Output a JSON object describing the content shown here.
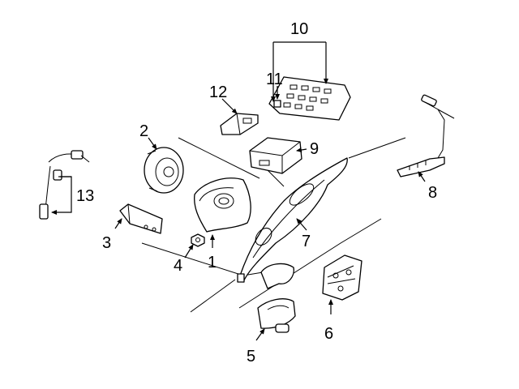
{
  "diagram": {
    "callouts": [
      {
        "id": "1",
        "label": "1"
      },
      {
        "id": "2",
        "label": "2"
      },
      {
        "id": "3",
        "label": "3"
      },
      {
        "id": "4",
        "label": "4"
      },
      {
        "id": "5",
        "label": "5"
      },
      {
        "id": "6",
        "label": "6"
      },
      {
        "id": "7",
        "label": "7"
      },
      {
        "id": "8",
        "label": "8"
      },
      {
        "id": "9",
        "label": "9"
      },
      {
        "id": "10",
        "label": "10"
      },
      {
        "id": "11",
        "label": "11"
      },
      {
        "id": "12",
        "label": "12"
      },
      {
        "id": "13",
        "label": "13"
      }
    ],
    "colors": {
      "line": "#000000",
      "background": "#ffffff"
    }
  }
}
